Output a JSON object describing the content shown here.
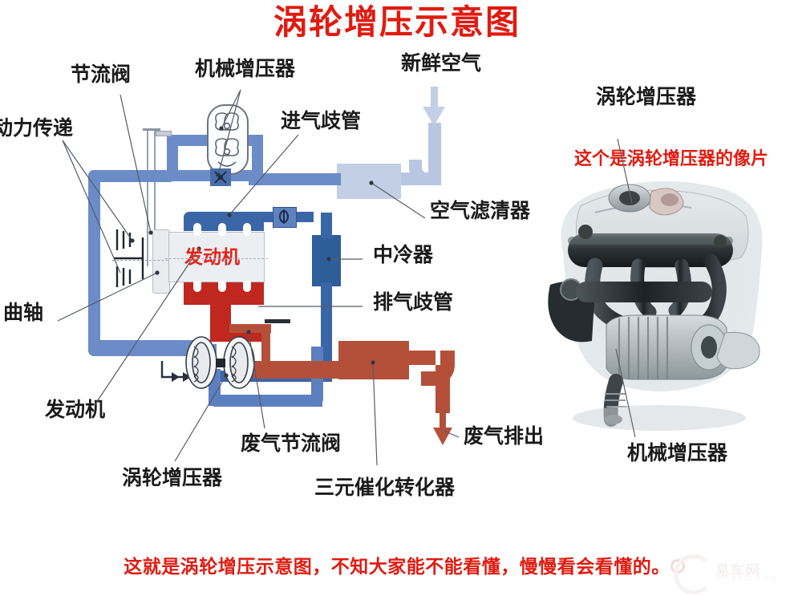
{
  "title": "涡轮增压示意图",
  "caption": "这就是涡轮增压示意图，不知大家能不能看懂，慢慢看会看懂的。",
  "diagram_labels": {
    "throttle_valve": "节流阀",
    "supercharger": "机械增压器",
    "intake_manifold": "进气歧管",
    "fresh_air": "新鲜空气",
    "power_transfer": "动力传递",
    "crankshaft": "曲轴",
    "engine_block_text": "发动机",
    "engine_label": "发动机",
    "air_filter": "空气滤清器",
    "intercooler": "中冷器",
    "exhaust_manifold": "排气歧管",
    "turbocharger": "涡轮增压器",
    "wastegate": "废气节流阀",
    "catalytic_converter": "三元催化转化器",
    "exhaust_out": "废气排出"
  },
  "photo_panel": {
    "turbo_label": "涡轮增压器",
    "red_note": "这个是涡轮增压器的像片",
    "supercharger_label": "机械增压器"
  },
  "watermark": {
    "brand": "易车网",
    "domain": "bitauto.com"
  },
  "colors": {
    "title_red": "#e01b10",
    "intake_blue_light": "#6b8cc7",
    "intake_blue_dark": "#2e5e99",
    "fresh_air_pale": "#b9c6e2",
    "exhaust_red": "#c0271e",
    "exhaust_brown": "#b4503a",
    "label_black": "#1a1a1a"
  }
}
